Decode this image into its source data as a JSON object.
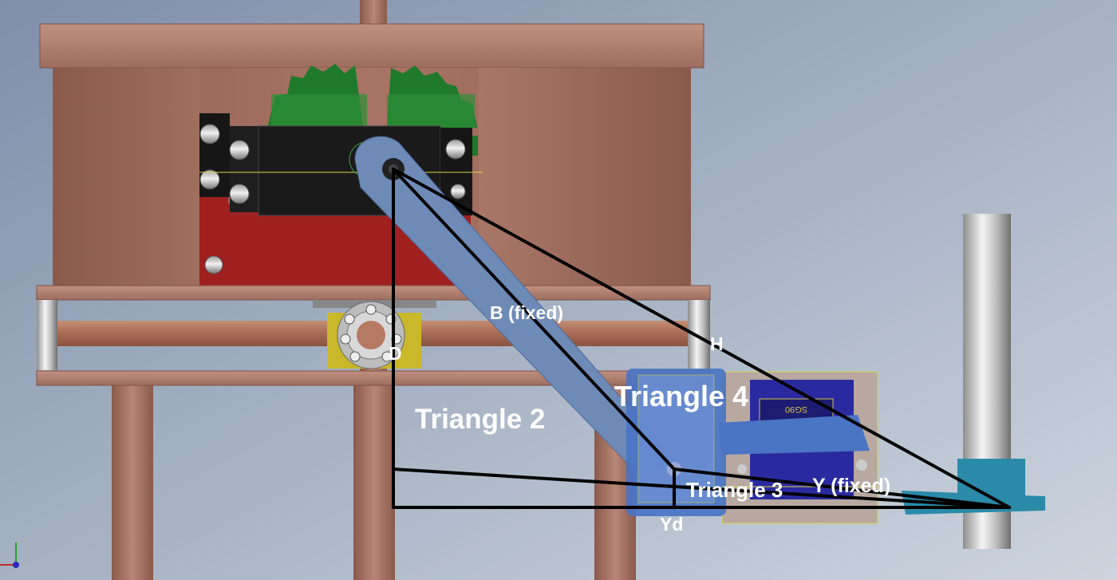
{
  "labels": {
    "b_fixed": "B (fixed)",
    "h": "H",
    "d": "D",
    "triangle_2": "Triangle 2",
    "triangle_4": "Triangle 4",
    "triangle_3": "Triangle 3",
    "y_fixed": "Y (fixed)",
    "yd": "Yd"
  },
  "servo_labels": {
    "top": "SG90",
    "sub": "SG"
  },
  "colors": {
    "background_top": "#8e9eb6",
    "background_bottom": "#c9d1dc",
    "wood": "#a9786a",
    "wood_dark": "#8e5e50",
    "servo_body": "#1a1a1a",
    "bracket_red": "#a02020",
    "gear_green": "#1f7a2b",
    "arm_blue": "#6e8ab6",
    "servo_blue": "#2a2aa0",
    "bracket_blue": "#4a74c4",
    "teal_part": "#2a8aa8",
    "bearing_yellow": "#c8b82a",
    "line_black": "#000000",
    "label_white": "#ffffff"
  }
}
